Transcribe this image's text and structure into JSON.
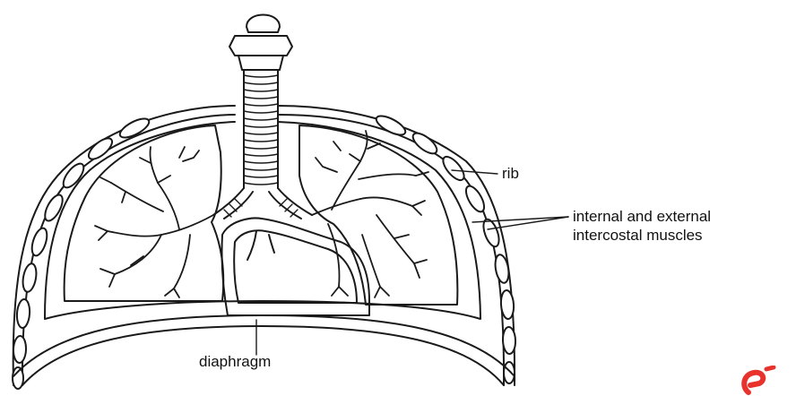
{
  "labels": {
    "rib": "rib",
    "intercostal_line1": "internal and external",
    "intercostal_line2": "intercostal muscles",
    "diaphragm": "diaphragm"
  },
  "colors": {
    "line": "#1a1a1a",
    "watermark": "#e8332c"
  },
  "icons": {
    "watermark": "partial-logo-icon"
  }
}
